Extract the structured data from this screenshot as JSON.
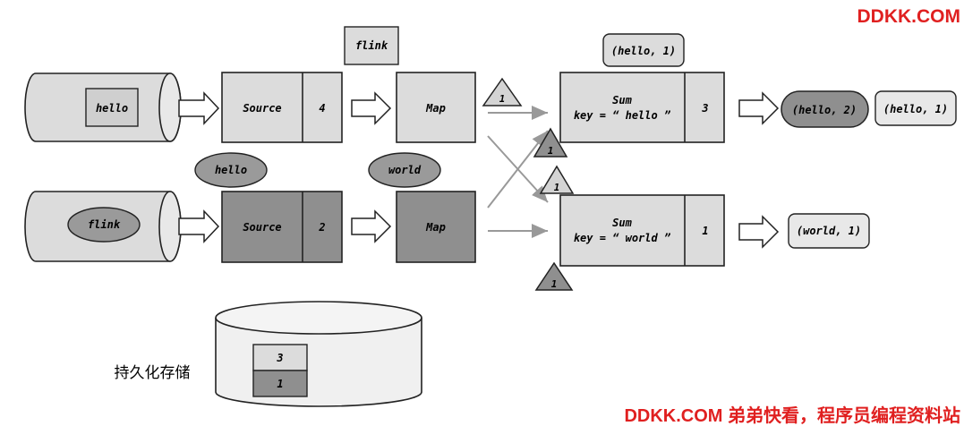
{
  "watermark_top": "DDKK.COM",
  "watermark_bottom": "DDKK.COM 弟弟快看，程序员编程资料站",
  "top_pipeline": {
    "queue_record": "hello",
    "source_label": "Source",
    "source_offset": "4",
    "map_label": "Map",
    "in_flight_source_to_map": "flink",
    "barrier": "1"
  },
  "bottom_pipeline": {
    "queue_record": "flink",
    "source_label": "Source",
    "source_offset": "2",
    "map_label": "Map",
    "in_flight_source_to_map": "hello",
    "in_flight_map_out": "world"
  },
  "sum_hello": {
    "title": "Sum",
    "key": "key = “ hello ”",
    "count": "3",
    "pending_input": "(hello, 1)",
    "barrier_in": "1",
    "outputs": [
      "(hello, 2)",
      "(hello, 1)"
    ]
  },
  "sum_world": {
    "title": "Sum",
    "key": "key = “ world ”",
    "count": "1",
    "barrier_in_top": "1",
    "barrier_in_bottom": "1",
    "outputs": [
      "(world, 1)"
    ]
  },
  "storage": {
    "label": "持久化存储",
    "slots": [
      "3",
      "1"
    ]
  }
}
